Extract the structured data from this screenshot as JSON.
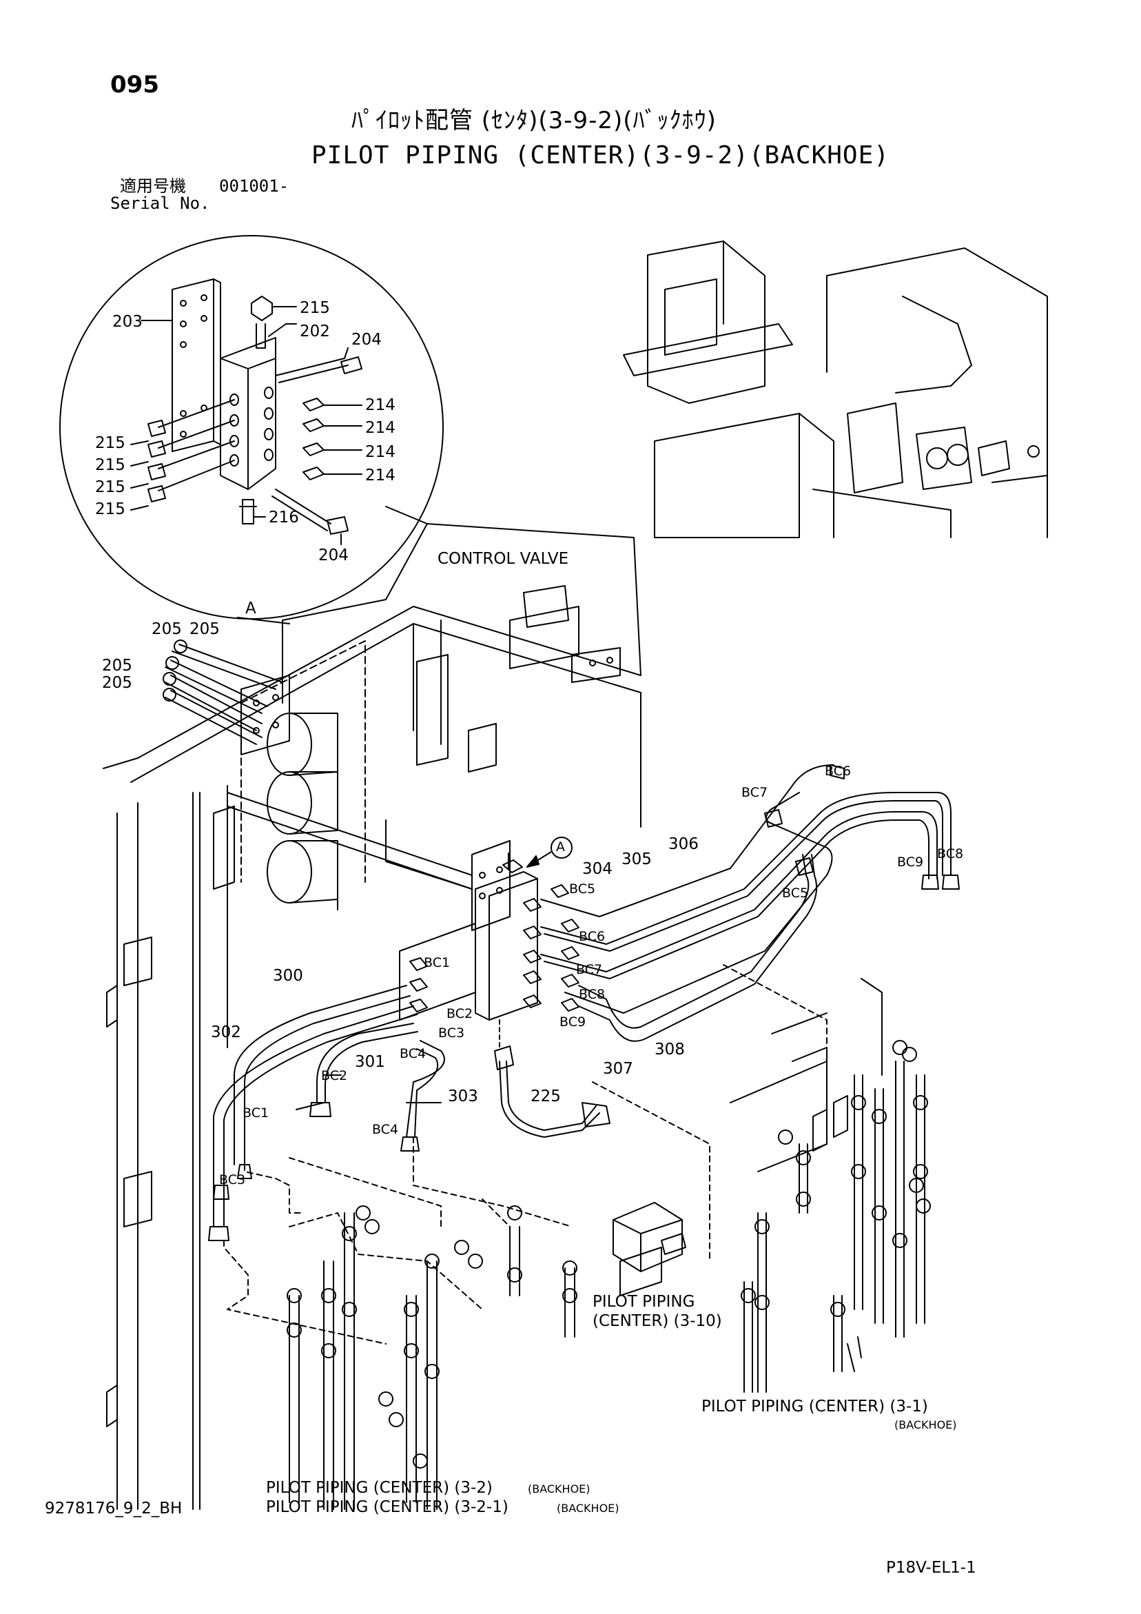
{
  "page_number": "095",
  "title_jp": "ﾊﾟｲﾛｯﾄ配管 (ｾﾝﾀ)(3-9-2)(ﾊﾞｯｸﾎｳ)",
  "title_en": "PILOT PIPING (CENTER)(3-9-2)(BACKHOE)",
  "serial_label_jp": "適用号機",
  "serial_label_en": "Serial No.",
  "serial_value": "001001-",
  "detail_view": {
    "label": "A",
    "parts": {
      "p203": "203",
      "p215_top": "215",
      "p202": "202",
      "p204_top": "204",
      "p214_1": "214",
      "p214_2": "214",
      "p214_3": "214",
      "p214_4": "214",
      "p215_1": "215",
      "p215_2": "215",
      "p215_3": "215",
      "p215_4": "215",
      "p216": "216",
      "p204_bottom": "204"
    }
  },
  "labels": {
    "control_valve": "CONTROL VALVE",
    "view_a": "A",
    "bolts": [
      "205",
      "205",
      "205",
      "205"
    ],
    "pipes": {
      "p300": "300",
      "p301": "301",
      "p302": "302",
      "p303": "303",
      "p304": "304",
      "p305": "305",
      "p306": "306",
      "p307": "307",
      "p308": "308",
      "p225": "225"
    },
    "connectors": {
      "bc1_top": "BC1",
      "bc2_top": "BC2",
      "bc3_top": "BC3",
      "bc4_top": "BC4",
      "bc1_low": "BC1",
      "bc2_low": "BC2",
      "bc3_low": "BC3",
      "bc4_low": "BC4",
      "bc5_block": "BC5",
      "bc6_block": "BC6",
      "bc7_block": "BC7",
      "bc8_block": "BC8",
      "bc9_block": "BC9",
      "bc5_right": "BC5",
      "bc6_right": "BC6",
      "bc7_right": "BC7",
      "bc8_right": "BC8",
      "bc9_right": "BC9"
    }
  },
  "references": {
    "center_3_10_line1": "PILOT PIPING",
    "center_3_10_line2": "(CENTER) (3-10)",
    "center_3_1": "PILOT PIPING (CENTER) (3-1)",
    "center_3_1_suffix": "(BACKHOE)",
    "center_3_2": "PILOT PIPING (CENTER) (3-2)",
    "center_3_2_suffix": "(BACKHOE)",
    "center_3_2_1": "PILOT PIPING (CENTER) (3-2-1)",
    "center_3_2_1_suffix": "(BACKHOE)"
  },
  "drawing_number": "9278176_9_2_BH",
  "sheet_code": "P18V-EL1-1"
}
